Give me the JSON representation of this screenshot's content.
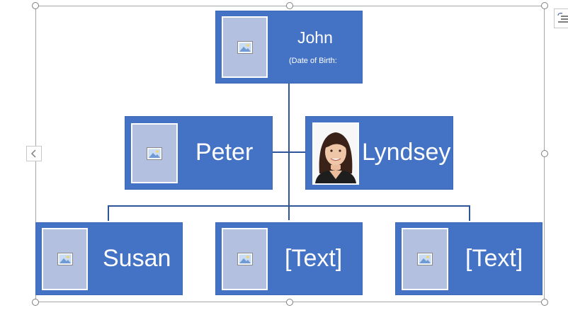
{
  "org_chart": {
    "top": {
      "name": "John",
      "detail": "(Date of Birth:"
    },
    "assistants": [
      {
        "name": "Peter",
        "image": "image-placeholder-icon"
      },
      {
        "name": "Lyndsey",
        "image": "portrait-photo"
      }
    ],
    "subordinates": [
      {
        "name": "Susan",
        "image": "image-placeholder-icon"
      },
      {
        "name": "[Text]",
        "image": "image-placeholder-icon"
      },
      {
        "name": "[Text]",
        "image": "image-placeholder-icon"
      }
    ]
  },
  "controls": {
    "text_pane_toggle_icon": "chevron-left-icon",
    "layout_options_icon": "layout-options-icon"
  },
  "colors": {
    "node_fill": "#4472c4",
    "picture_placeholder": "#b4c0e0",
    "connector": "#2e5597",
    "selection_border": "#a6a6a6"
  }
}
